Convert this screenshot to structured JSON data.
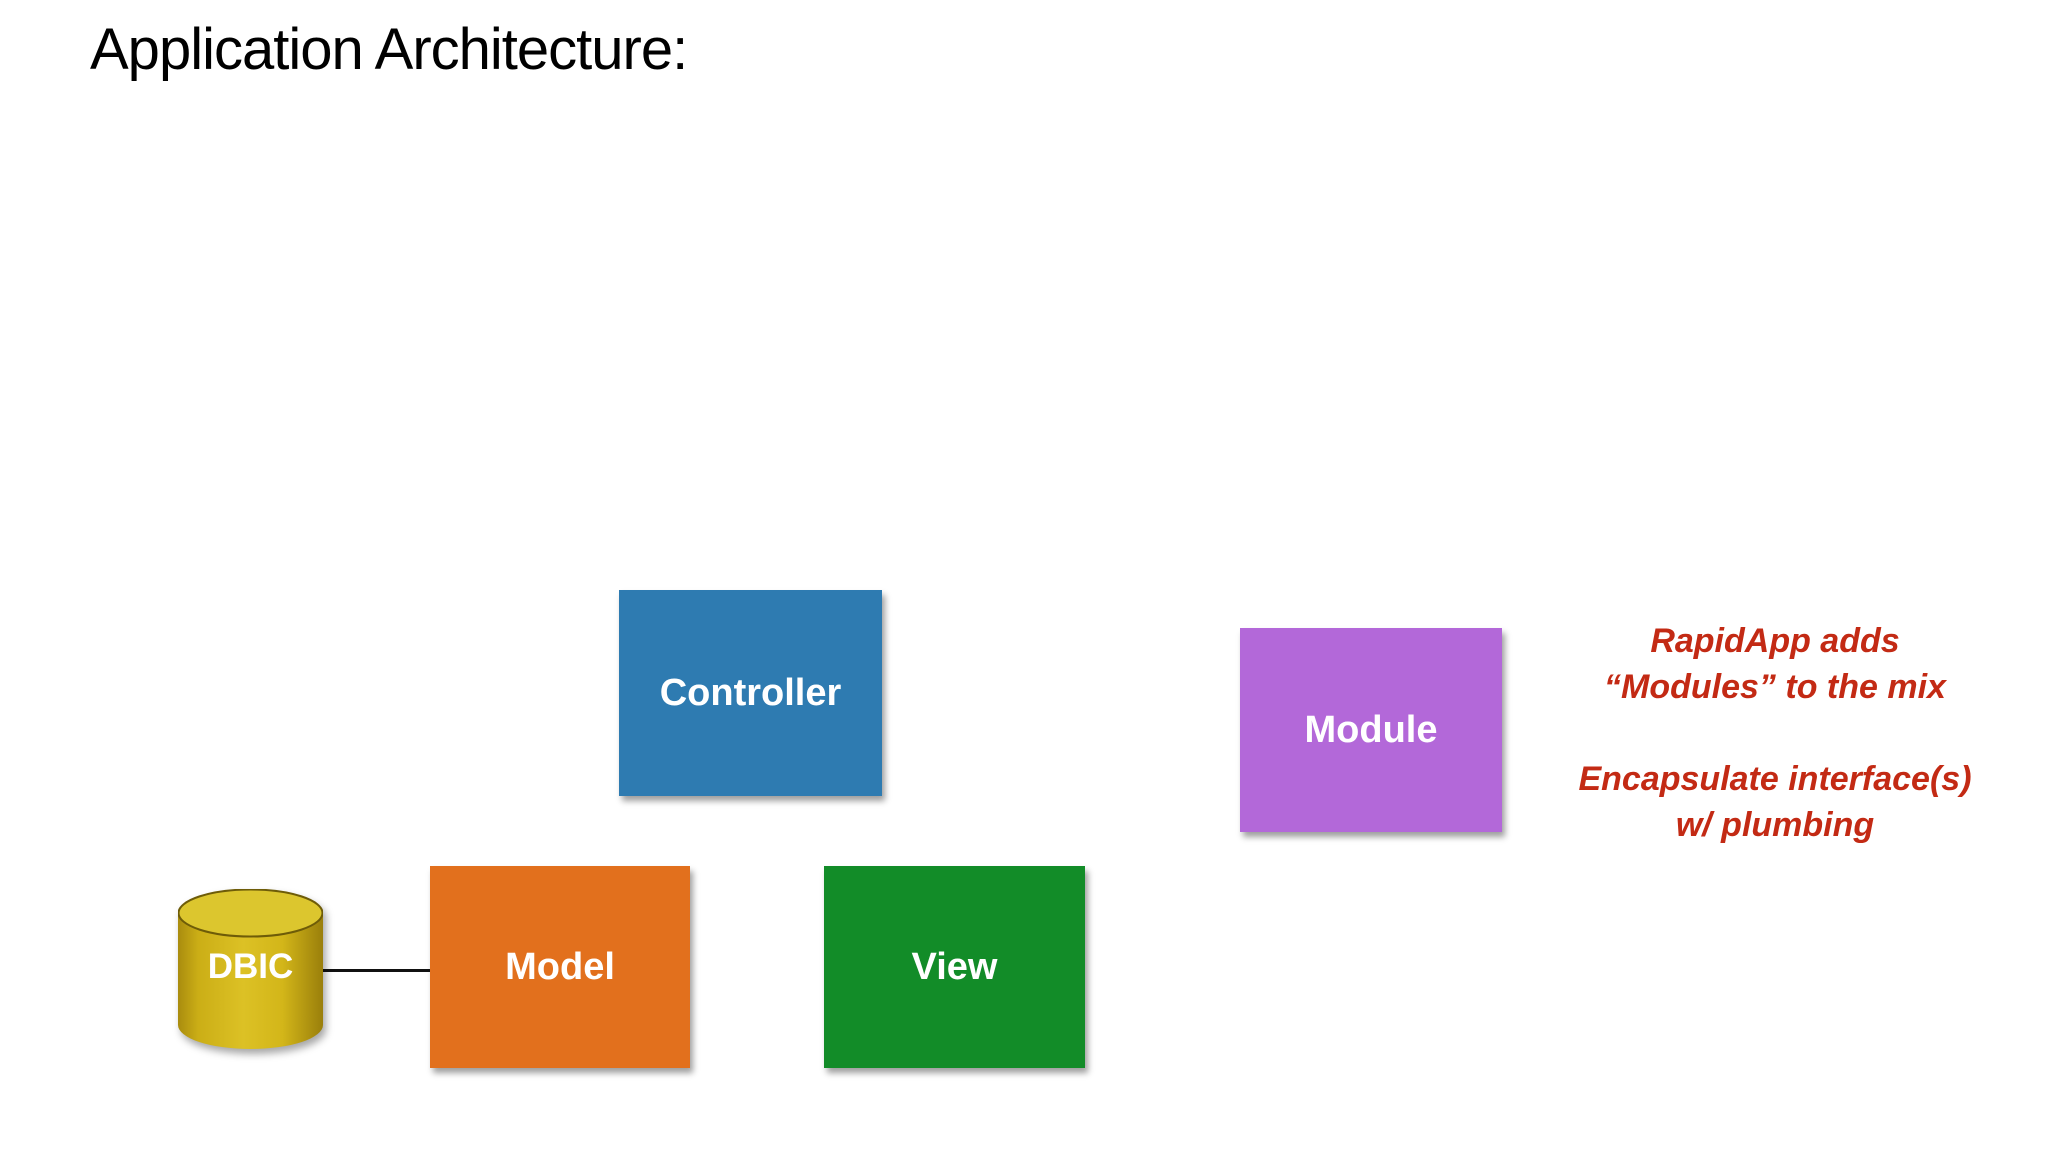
{
  "slide": {
    "title": "Application Architecture:",
    "background_color": "#ffffff",
    "title_color": "#000000"
  },
  "diagram": {
    "nodes": {
      "controller": {
        "label": "Controller",
        "shape": "rectangle",
        "color": "#2e7bb1",
        "text_color": "#ffffff"
      },
      "module": {
        "label": "Module",
        "shape": "rectangle",
        "color": "#b368d9",
        "text_color": "#ffffff"
      },
      "model": {
        "label": "Model",
        "shape": "rectangle",
        "color": "#e2701d",
        "text_color": "#ffffff"
      },
      "view": {
        "label": "View",
        "shape": "rectangle",
        "color": "#128c28",
        "text_color": "#ffffff"
      },
      "dbic": {
        "label": "DBIC",
        "shape": "cylinder",
        "color": "#d3b517",
        "text_color": "#ffffff"
      }
    },
    "connections": [
      {
        "from": "dbic",
        "to": "model",
        "style": "solid-line",
        "color": "#111111"
      }
    ]
  },
  "annotation": {
    "color": "#c32a14",
    "text_top": "RapidApp adds\n“Modules” to the mix",
    "text_bottom": "Encapsulate interface(s)\nw/ plumbing"
  }
}
